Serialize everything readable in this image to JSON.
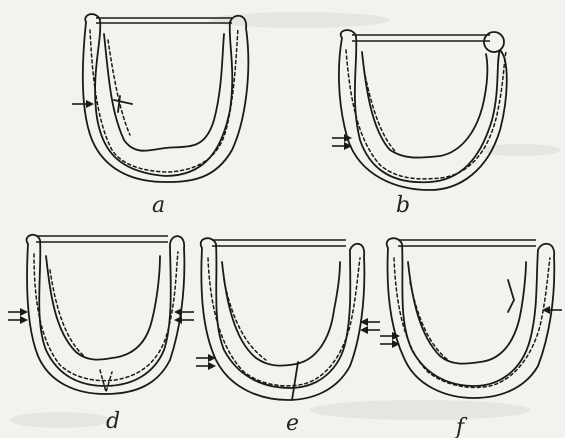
{
  "figure": {
    "panels": [
      {
        "id": "a",
        "label": "a"
      },
      {
        "id": "b",
        "label": "b"
      },
      {
        "id": "d",
        "label": "d"
      },
      {
        "id": "e",
        "label": "e"
      },
      {
        "id": "f",
        "label": "f"
      }
    ]
  }
}
